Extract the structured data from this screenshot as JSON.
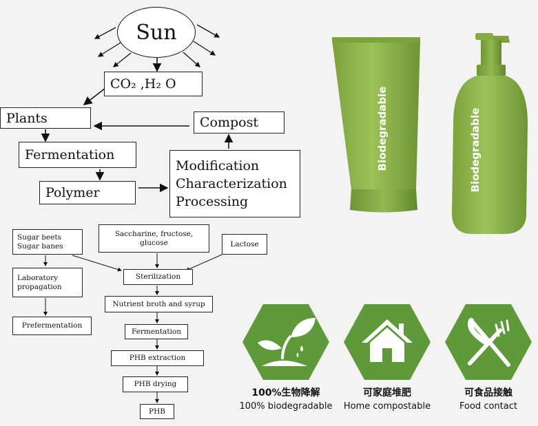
{
  "top_diagram": {
    "sun": "Sun",
    "co2_h2o": "CO₂ ,H₂ O",
    "plants": "Plants",
    "compost": "Compost",
    "fermentation": "Fermentation",
    "polymer": "Polymer",
    "process_lines": [
      "Modification",
      "Characterization",
      "Processing"
    ]
  },
  "flowchart": {
    "sugar_beets": "Sugar beets\nSugar banes",
    "saccharine": "Saccharine, fructose,\nglucose",
    "lactose": "Lactose",
    "lab_propagation": "Laboratory\npropagation",
    "prefermentation": "Prefermentation",
    "sterilization": "Sterilization",
    "nutrient": "Nutrient broth and syrup",
    "fermentation": "Fermentation",
    "phb_extraction": "PHB extraction",
    "phb_drying": "PHB drying",
    "phb": "PHB"
  },
  "products": {
    "tube_label": "Biodegradable",
    "bottle_label": "Biodegradable",
    "color": "#8bb14a"
  },
  "badges": [
    {
      "icon": "sprout-icon",
      "cn": "100%生物降解",
      "en": "100% biodegradable"
    },
    {
      "icon": "home-icon",
      "cn": "可家庭堆肥",
      "en": "Home compostable"
    },
    {
      "icon": "fork-knife-icon",
      "cn": "可食品接触",
      "en": "Food contact"
    }
  ],
  "badge_color": "#5f9a3a"
}
